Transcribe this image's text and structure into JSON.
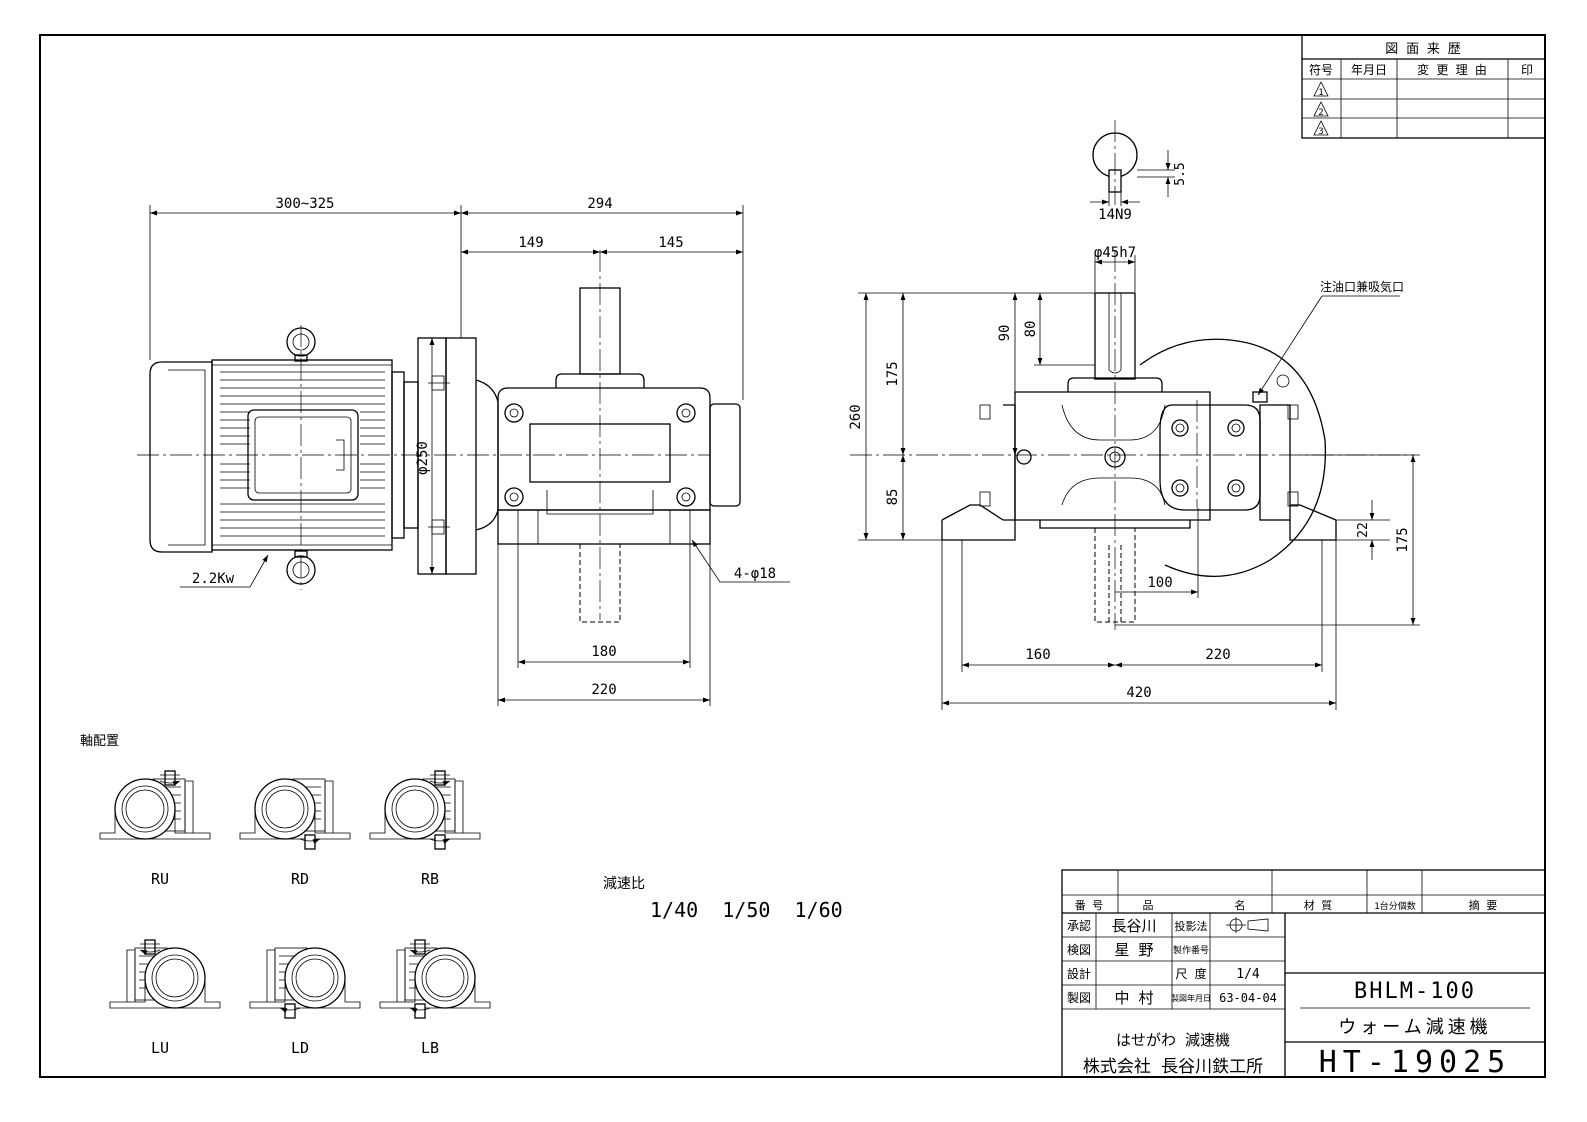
{
  "revision_table": {
    "title": "図 面 来 歴",
    "headers": [
      "符号",
      "年月日",
      "変 更 理 由",
      "印"
    ],
    "marks": [
      "1",
      "2",
      "3"
    ]
  },
  "dimensions": {
    "d300_325": "300~325",
    "d294": "294",
    "d149": "149",
    "d145": "145",
    "d250": "φ250",
    "d2_2kw": "2.2Kw",
    "d4_18": "4-φ18",
    "d180": "180",
    "d220a": "220",
    "d220b": "220",
    "d5_5": "5.5",
    "d14n9": "14N9",
    "d45h7": "φ45h7",
    "d90": "90",
    "d80": "80",
    "d175a": "175",
    "d260": "260",
    "d85": "85",
    "d22": "22",
    "d175b": "175",
    "d100": "100",
    "d160": "160",
    "d420": "420"
  },
  "notes": {
    "oil_port": "注油口兼吸気口",
    "shaft_arrangement": "軸配置",
    "ratio_label": "減速比",
    "ratios": "1/40  1/50  1/60"
  },
  "arrangements": [
    "RU",
    "RD",
    "RB",
    "LU",
    "LD",
    "LB"
  ],
  "title_block": {
    "col_no": "番 号",
    "col_part": "品",
    "col_name": "名",
    "col_material": "材 質",
    "col_qty": "1台分個数",
    "col_remarks": "摘 要",
    "approved_label": "承認",
    "approved_name": "長谷川",
    "checked_label": "検図",
    "checked_name": "星 野",
    "designed_label": "設計",
    "drawn_label": "製図",
    "drawn_name": "中 村",
    "projection_label": "投影法",
    "mfg_no_label": "製作番号",
    "scale_label": "尺 度",
    "scale_value": "1/4",
    "date_label": "製図年月日",
    "date_value": "63-04-04",
    "model": "BHLM-100",
    "product": "ウォーム減速機",
    "brand": "はせがわ 減速機",
    "company": "株式会社 長谷川鉄工所",
    "drawing_no": "HT-19025"
  }
}
